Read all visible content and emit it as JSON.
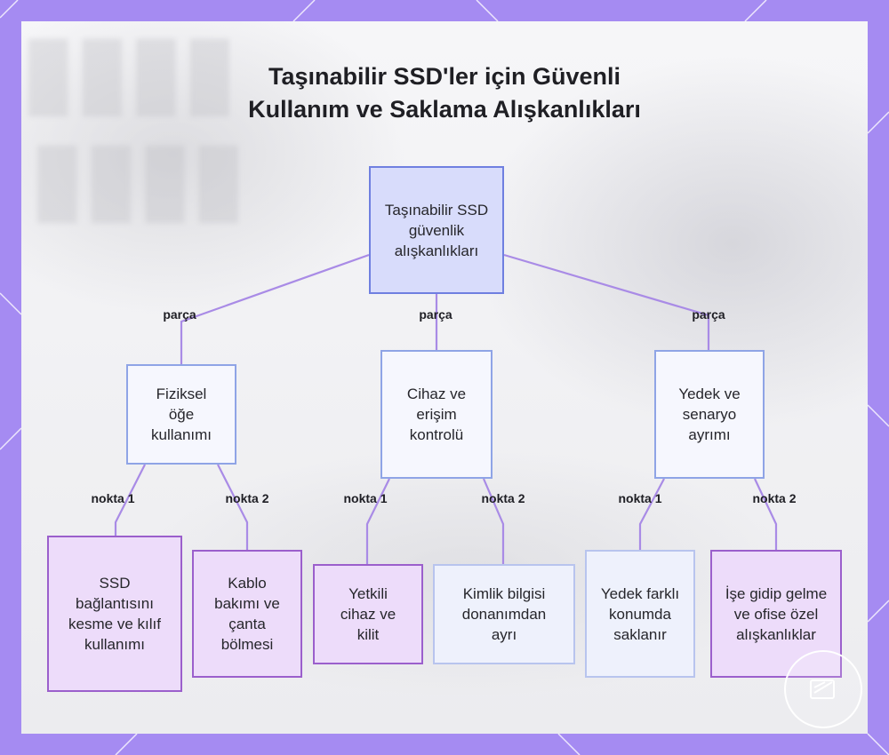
{
  "title_line1": "Taşınabilir SSD'ler için Güvenli",
  "title_line2": "Kullanım ve Saklama Alışkanlıkları",
  "nodes": {
    "root": "Taşınabilir SSD güvenlik alışkanlıkları",
    "physical": "Fiziksel öğe kullanımı",
    "device": "Cihaz ve erişim kontrolü",
    "backup": "Yedek ve senaryo ayrımı",
    "p1": "SSD bağlantısını kesme ve kılıf kullanımı",
    "p2": "Kablo bakımı ve çanta bölmesi",
    "d1": "Yetkili cihaz ve kilit",
    "d2": "Kimlik bilgisi donanımdan ayrı",
    "b1": "Yedek farklı konumda saklanır",
    "b2": "İşe gidip gelme ve ofise özel alışkanlıklar"
  },
  "edge_labels": {
    "parca": "parça",
    "nokta1": "nokta 1",
    "nokta2": "nokta 2"
  },
  "colors": {
    "frame": "#a58bf2",
    "edge": "#a98be6",
    "root_fill": "#d8dcfb",
    "leaf_purple_fill": "#eddcfa"
  },
  "icons": [
    "badge-icon"
  ]
}
